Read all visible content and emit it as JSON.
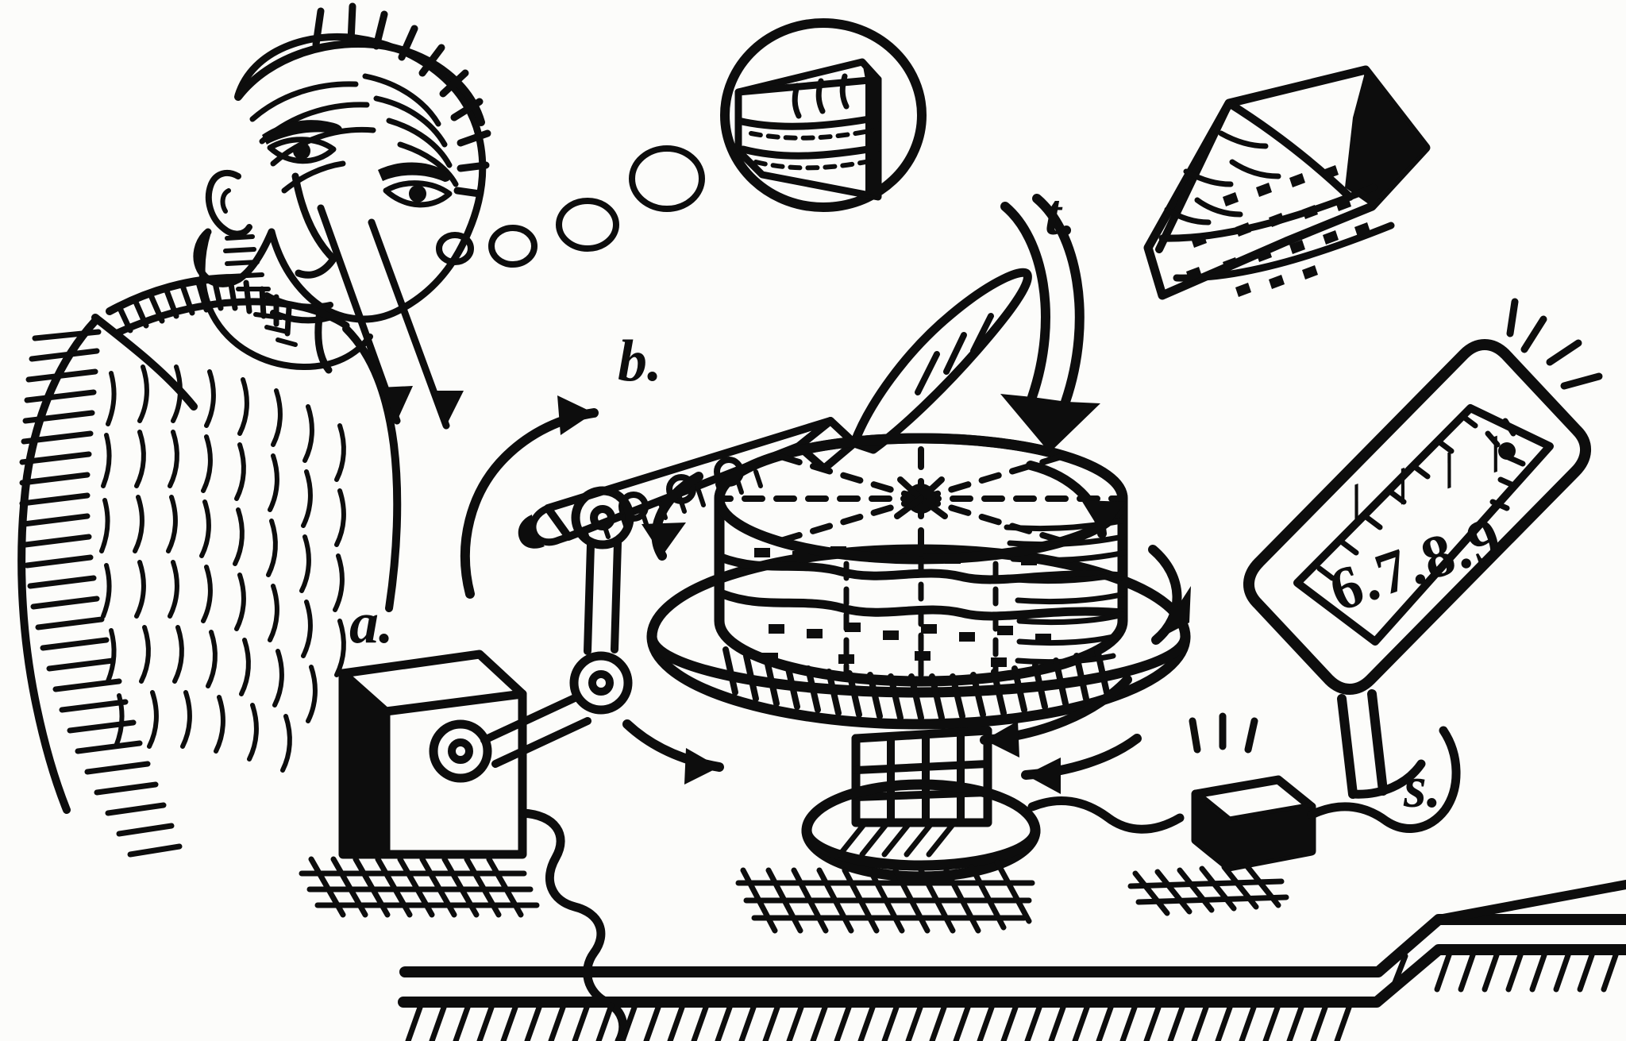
{
  "illustration": {
    "title": "Automated cake slicing machine",
    "style": "hand-drawn pen and ink line art",
    "medium": "black ink on off-white paper",
    "background_color": "#fcfcfa",
    "ink_color": "#0d0d0d"
  },
  "labels": [
    {
      "key": "a",
      "text": "a.",
      "refers_to": "motor-drive-box"
    },
    {
      "key": "b",
      "text": "b.",
      "refers_to": "knife-arm-assembly"
    },
    {
      "key": "t",
      "text": "t.",
      "refers_to": "cake-slice-output-arrow"
    },
    {
      "key": "s",
      "text": "s.",
      "refers_to": "sensor-control-box"
    }
  ],
  "display": {
    "name": "digital-readout",
    "line_tallies": "/ / / /",
    "line_numbers": "6.7.8.9",
    "sparkles": 4
  },
  "person": {
    "name": "observer",
    "description": "man in turtleneck sweater looking down at the machine",
    "thought_bubbles": 4,
    "thought_content": "slice-of-layer-cake",
    "gaze_arrows": 2
  },
  "cake": {
    "name": "layer-cake",
    "layers": 3,
    "slice_guides": 8,
    "on": "rotating-turntable",
    "rotation_arrows": 4
  },
  "flying_slice": {
    "name": "ejected-cake-slice",
    "description": "tilted slice of layer cake in mid-air"
  },
  "machine_parts": [
    {
      "name": "motor-drive-box",
      "label": "a."
    },
    {
      "name": "knife-arm-assembly",
      "label": "b."
    },
    {
      "name": "cutting-knife",
      "label": "b."
    },
    {
      "name": "turntable-pedestal",
      "label": ""
    },
    {
      "name": "sensor-control-box",
      "label": "s."
    },
    {
      "name": "digital-readout",
      "label": ""
    }
  ],
  "surface": {
    "name": "table-edge",
    "description": "hatched table edge across the bottom"
  }
}
